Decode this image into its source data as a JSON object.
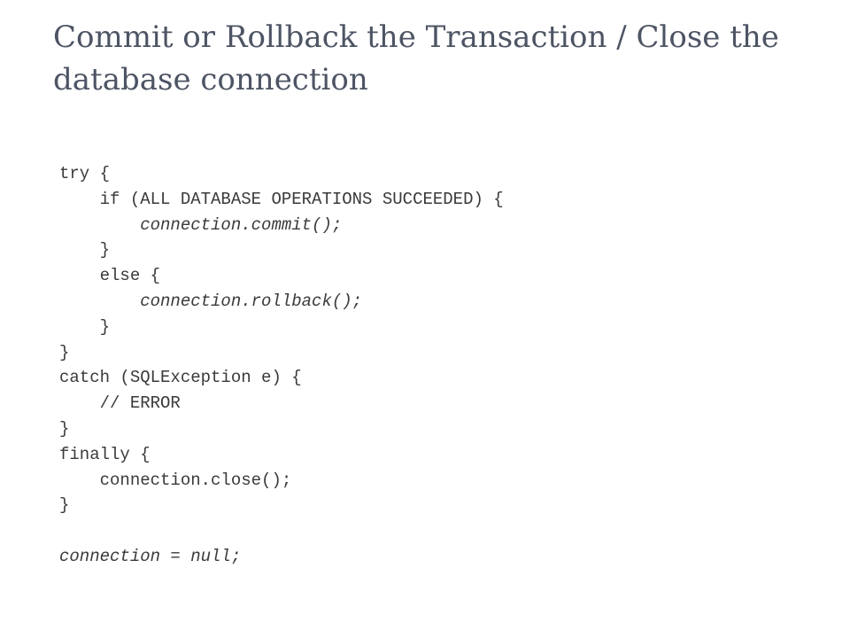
{
  "slide": {
    "title": "Commit or Rollback the Transaction / Close the database connection",
    "code_lines": [
      {
        "text": "try {",
        "italic": false
      },
      {
        "text": "    if (ALL DATABASE OPERATIONS SUCCEEDED) {",
        "italic": false
      },
      {
        "text": "        connection.commit();",
        "italic": true
      },
      {
        "text": "    }",
        "italic": false
      },
      {
        "text": "    else {",
        "italic": false
      },
      {
        "text": "        connection.rollback();",
        "italic": true
      },
      {
        "text": "    }",
        "italic": false
      },
      {
        "text": "}",
        "italic": false
      },
      {
        "text": "catch (SQLException e) {",
        "italic": false
      },
      {
        "text": "    // ERROR",
        "italic": false
      },
      {
        "text": "}",
        "italic": false
      },
      {
        "text": "finally {",
        "italic": false
      },
      {
        "text": "    connection.close();",
        "italic": false
      },
      {
        "text": "}",
        "italic": false
      },
      {
        "text": "",
        "italic": false
      },
      {
        "text": "connection = null;",
        "italic": true
      }
    ]
  }
}
